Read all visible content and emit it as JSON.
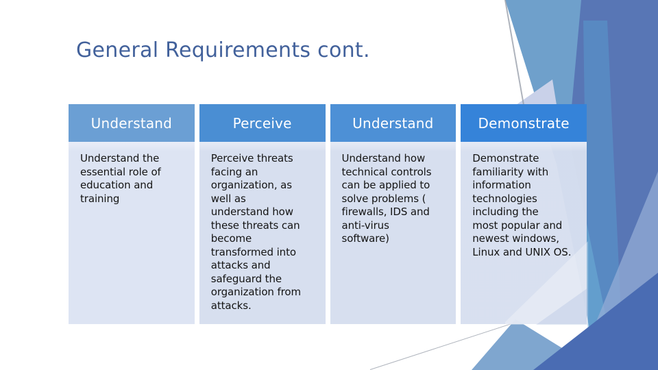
{
  "slide": {
    "title": "General Requirements cont.",
    "colors": {
      "title_text": "#42619B",
      "header_col1": "#6B9FD4",
      "header_col2": "#4A8ED3",
      "header_col3": "#4D90D6",
      "header_col4": "#3583D9",
      "header_text": "#FFFFFF",
      "body_bg_first_col": "#DDE4F3",
      "body_bg": "#D7DFEF",
      "body_text": "#141414",
      "accent_steel_blue": "#6FA0CB",
      "accent_slate_blue": "#5571B2",
      "accent_dark_blue": "#4A6CB3",
      "accent_light_blue": "#93ACD6"
    },
    "table": {
      "columns": [
        {
          "header": "Understand",
          "body_lines": [
            "Understand the",
            "essential role of",
            "education and",
            "training"
          ]
        },
        {
          "header": "Perceive",
          "body_lines": [
            "Perceive threats",
            "facing an",
            "organization, as",
            "well as",
            "understand how",
            "these threats can",
            "become",
            "transformed into",
            "attacks and",
            "safeguard the",
            "organization from",
            "attacks."
          ]
        },
        {
          "header": "Understand",
          "body_lines": [
            "Understand how",
            "technical controls",
            "can be applied to",
            "solve problems (",
            "firewalls, IDS and",
            "anti-virus",
            "software)"
          ]
        },
        {
          "header": "Demonstrate",
          "body_lines": [
            "Demonstrate",
            "familiarity with",
            "information",
            "technologies",
            "including the",
            "most popular and",
            "newest windows,",
            "Linux and UNIX OS."
          ]
        }
      ]
    }
  }
}
